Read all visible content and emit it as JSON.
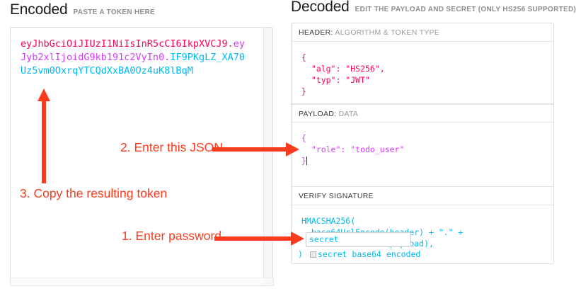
{
  "encoded": {
    "title": "Encoded",
    "subtitle": "PASTE A TOKEN HERE",
    "token": {
      "header_part": "eyJhbGciOiJIUzI1NiIsInR5cCI6IkpXVCJ9",
      "dot1": ".",
      "payload_part": "eyJyb2xlIjoidG9kb191c2VyIn0",
      "dot2": ".",
      "signature_part": "IF9PKgLZ_XA70Uz5vm0OxrqYTCQdXxBA0Oz4uK8lBqM",
      "full": "eyJhbGciOiJIUzI1NiIsInR5cCI6IkpXVCJ9.eyJyb2xlIjoidG9kb191c2VyIn0.IF9PKgLZ_XA70Uz5vm0OxrqYTCQdXxBA0Oz4uK8lBqM"
    }
  },
  "decoded": {
    "title": "Decoded",
    "subtitle": "EDIT THE PAYLOAD AND SECRET (ONLY HS256 SUPPORTED)",
    "sections": [
      {
        "label_key": "HEADER:",
        "label_value": "ALGORITHM & TOKEN TYPE",
        "body": "{\n  \"alg\": \"HS256\",\n  \"typ\": \"JWT\"\n}"
      },
      {
        "label_key": "PAYLOAD:",
        "label_value": "DATA",
        "body": "{\n  \"role\": \"todo_user\"\n}"
      },
      {
        "label_key": "VERIFY SIGNATURE",
        "label_value": "",
        "body": "HMACSHA256(\n  base64UrlEncode(header) + \".\" +\n  base64UrlEncode(payload),"
      }
    ],
    "secret_value": "secret",
    "signature_tail": ")",
    "base64_label": "secret base64 encoded",
    "base64_checked": false
  },
  "annotations": [
    {
      "id": "step1",
      "text": "1. Enter password"
    },
    {
      "id": "step2",
      "text": "2. Enter this JSON"
    },
    {
      "id": "step3",
      "text": "3. Copy the resulting token"
    }
  ],
  "colors": {
    "header_segment": "#fb015b",
    "payload_segment": "#d63aff",
    "signature_segment": "#00b9f1",
    "annotation_red": "#fb3b1e"
  }
}
